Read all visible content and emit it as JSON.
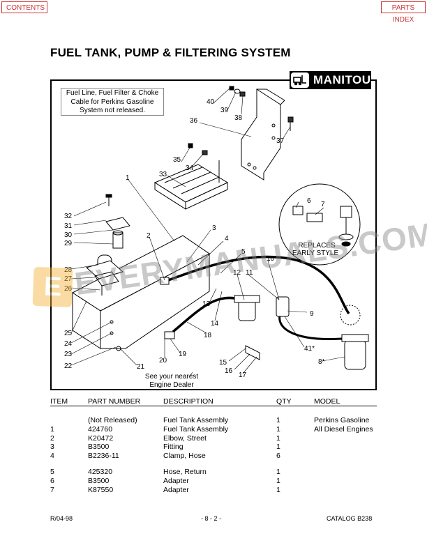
{
  "nav": {
    "contents": "CONTENTS",
    "parts_index": "PARTS INDEX"
  },
  "title": "FUEL TANK, PUMP & FILTERING SYSTEM",
  "logo": {
    "text": "MANITOU"
  },
  "note_lines": [
    "Fuel Line, Fuel Filter & Choke",
    "Cable for Perkins Gasoline",
    "System not released."
  ],
  "replaces_lines": [
    "REPLACES",
    "EARLY STYLE"
  ],
  "dealer_lines": [
    "See your nearest",
    "Engine Dealer"
  ],
  "watermark": {
    "badge": "E",
    "text": "EVERYMANUALS.COM"
  },
  "callouts": [
    "40",
    "39",
    "38",
    "36",
    "37",
    "35",
    "34",
    "33",
    "1",
    "32",
    "31",
    "30",
    "29",
    "2",
    "3",
    "4",
    "5",
    "10",
    "6",
    "7",
    "12",
    "11",
    "28",
    "27",
    "26",
    "13",
    "14",
    "9",
    "25",
    "24",
    "23",
    "22",
    "18",
    "19",
    "20",
    "21",
    "15",
    "16",
    "17",
    "41*",
    "8*"
  ],
  "table": {
    "headers": {
      "item": "ITEM",
      "part": "PART NUMBER",
      "desc": "DESCRIPTION",
      "qty": "QTY",
      "model": "MODEL"
    },
    "rows": [
      {
        "item": "",
        "part": "(Not Released)",
        "desc": "Fuel Tank Assembly",
        "qty": "1",
        "model": "Perkins Gasoline"
      },
      {
        "item": "1",
        "part": "424760",
        "desc": "Fuel Tank Assembly",
        "qty": "1",
        "model": "All Diesel Engines"
      },
      {
        "item": "2",
        "part": "K20472",
        "desc": "Elbow, Street",
        "qty": "1",
        "model": ""
      },
      {
        "item": "3",
        "part": "B3500",
        "desc": "Fitting",
        "qty": "1",
        "model": ""
      },
      {
        "item": "4",
        "part": "B2236-11",
        "desc": "Clamp, Hose",
        "qty": "6",
        "model": ""
      },
      {
        "item": "5",
        "part": "425320",
        "desc": "Hose, Return",
        "qty": "1",
        "model": ""
      },
      {
        "item": "6",
        "part": "B3500",
        "desc": "Adapter",
        "qty": "1",
        "model": ""
      },
      {
        "item": "7",
        "part": "K87550",
        "desc": "Adapter",
        "qty": "1",
        "model": ""
      }
    ]
  },
  "footer": {
    "left": "R/04-98",
    "center": "- 8 - 2 -",
    "right": "CATALOG B238"
  }
}
